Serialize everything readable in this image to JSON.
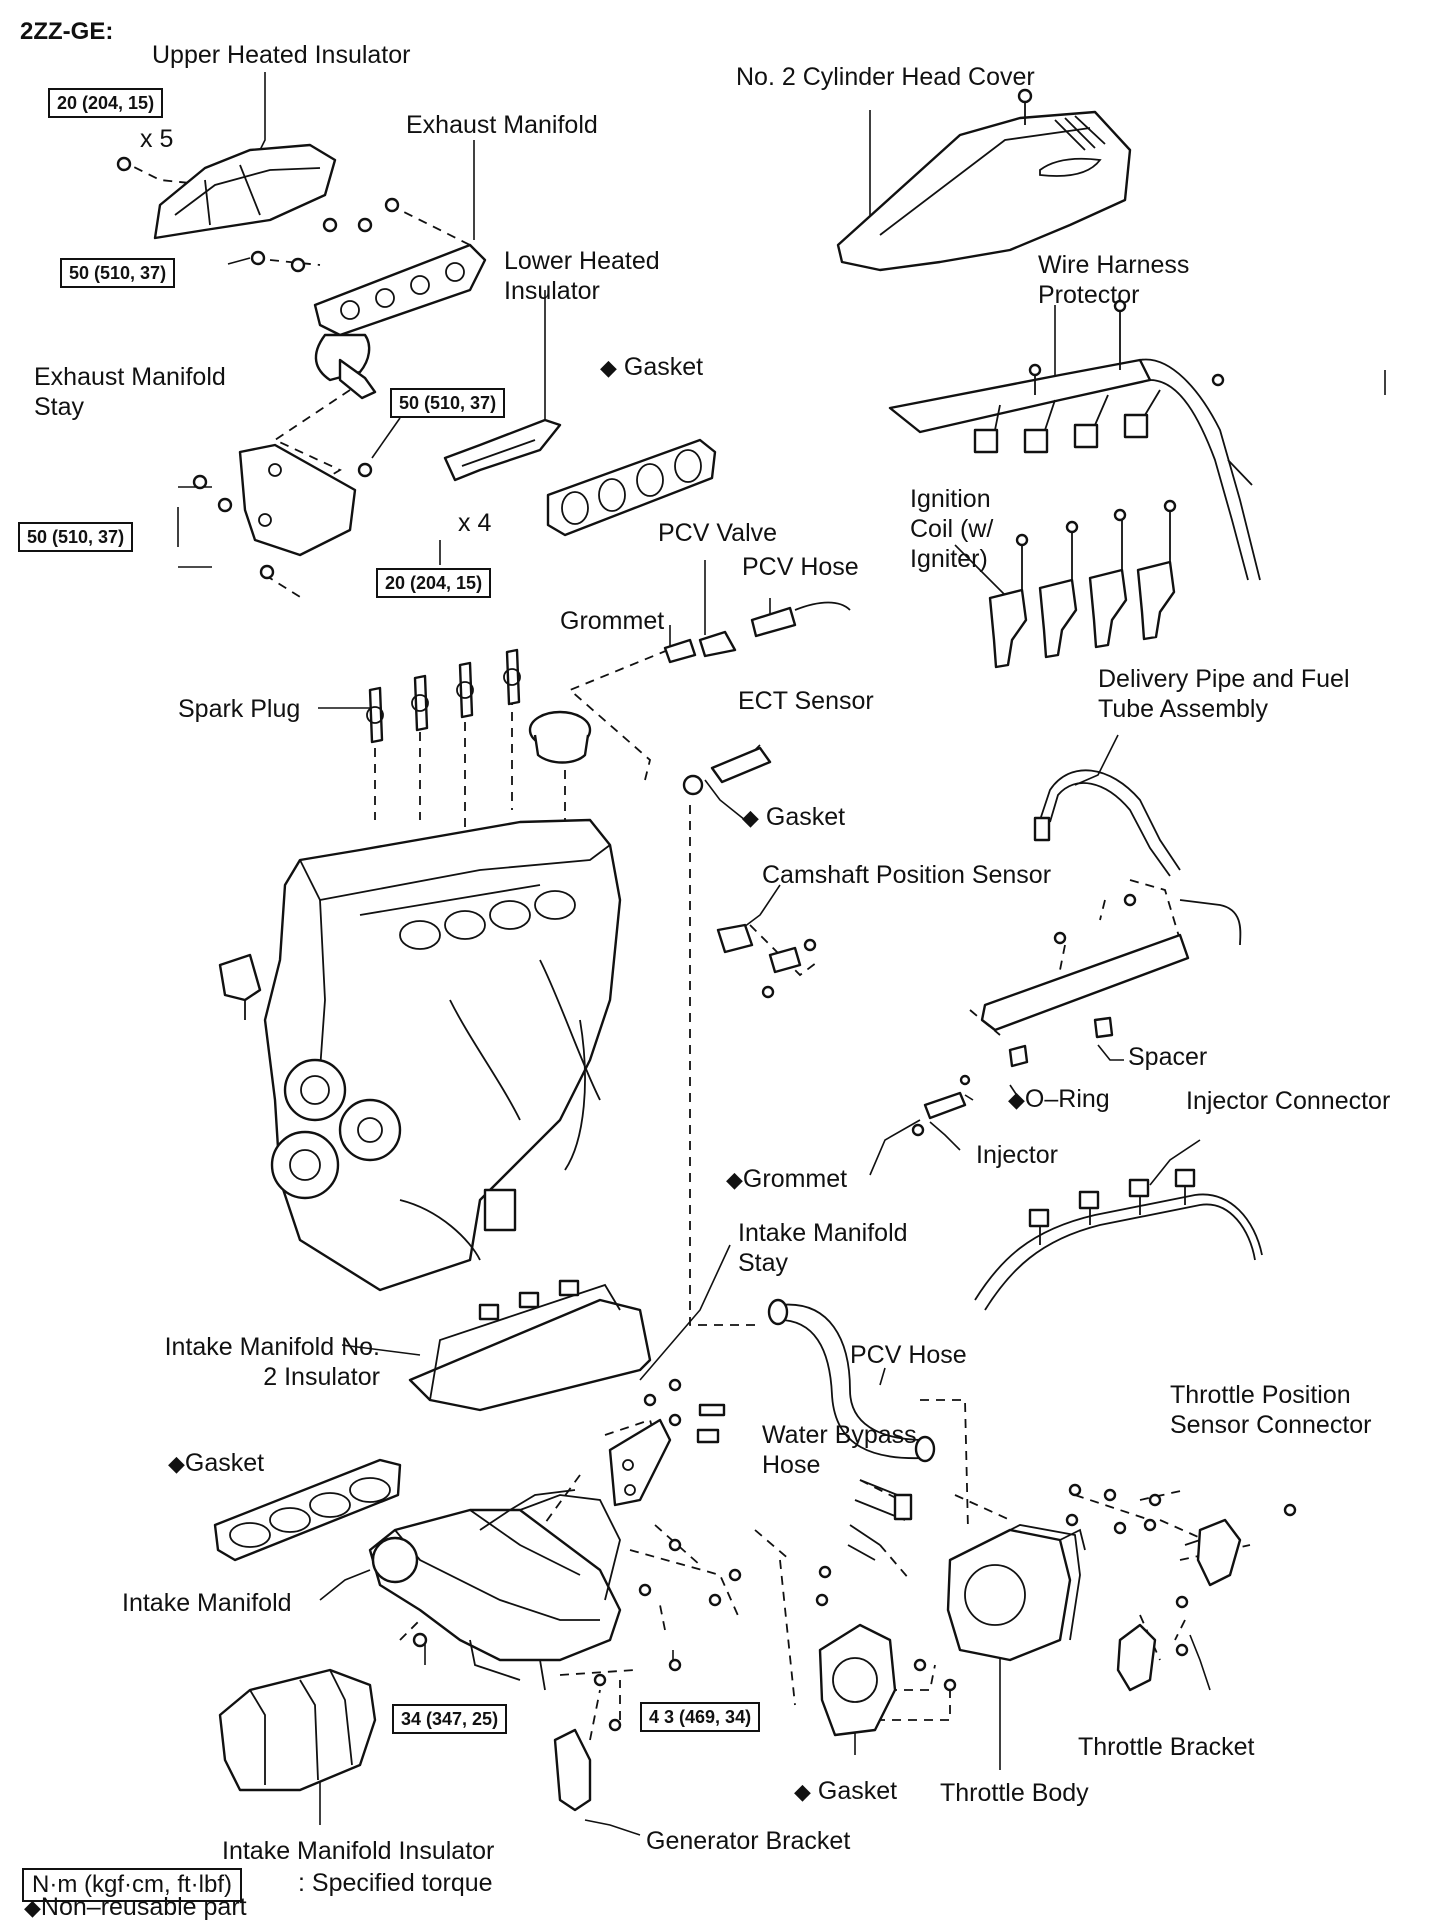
{
  "diagram": {
    "engine_code": "2ZZ-GE:",
    "diamond": "◆",
    "parts": {
      "upper_heated_insulator": "Upper Heated Insulator",
      "exhaust_manifold": "Exhaust Manifold",
      "lower_heated_insulator": "Lower Heated Insulator",
      "exhaust_manifold_stay": "Exhaust Manifold Stay",
      "gasket_top": "Gasket",
      "no2_cylinder_head_cover": "No. 2 Cylinder Head Cover",
      "wire_harness_protector": "Wire Harness Protector",
      "ignition_coil": "Ignition Coil (w/ Igniter)",
      "pcv_valve": "PCV Valve",
      "pcv_hose_top": "PCV Hose",
      "grommet_top": "Grommet",
      "spark_plug": "Spark Plug",
      "ect_sensor": "ECT Sensor",
      "gasket_ect": "Gasket",
      "delivery_pipe": "Delivery Pipe and Fuel Tube Assembly",
      "camshaft_position_sensor": "Camshaft Position Sensor",
      "spacer": "Spacer",
      "o_ring": "O–Ring",
      "injector_connector": "Injector Connector",
      "injector": "Injector",
      "grommet_injector": "Grommet",
      "intake_manifold_stay": "Intake Manifold Stay",
      "intake_manifold_no2_insulator": "Intake Manifold No. 2 Insulator",
      "pcv_hose_bottom": "PCV Hose",
      "throttle_position_sensor_connector": "Throttle Position Sensor Connector",
      "water_bypass_hose": "Water Bypass Hose",
      "gasket_intake": "Gasket",
      "intake_manifold": "Intake Manifold",
      "throttle_bracket": "Throttle Bracket",
      "gasket_throttle": "Gasket",
      "throttle_body": "Throttle Body",
      "intake_manifold_insulator": "Intake Manifold Insulator",
      "generator_bracket": "Generator Bracket"
    },
    "torques": {
      "t1": "20 (204, 15)",
      "t2": "50 (510, 37)",
      "t3": "50 (510, 37)",
      "t4": "50 (510, 37)",
      "t5": "20 (204, 15)",
      "t6": "34 (347, 25)",
      "t7": "4 3 (469, 34)"
    },
    "quantities": {
      "x5": "x 5",
      "x4": "x 4"
    },
    "legend": {
      "unit": "N·m (kgf·cm, ft·lbf)",
      "specified": ": Specified torque",
      "non_reusable": "Non–reusable part"
    }
  }
}
